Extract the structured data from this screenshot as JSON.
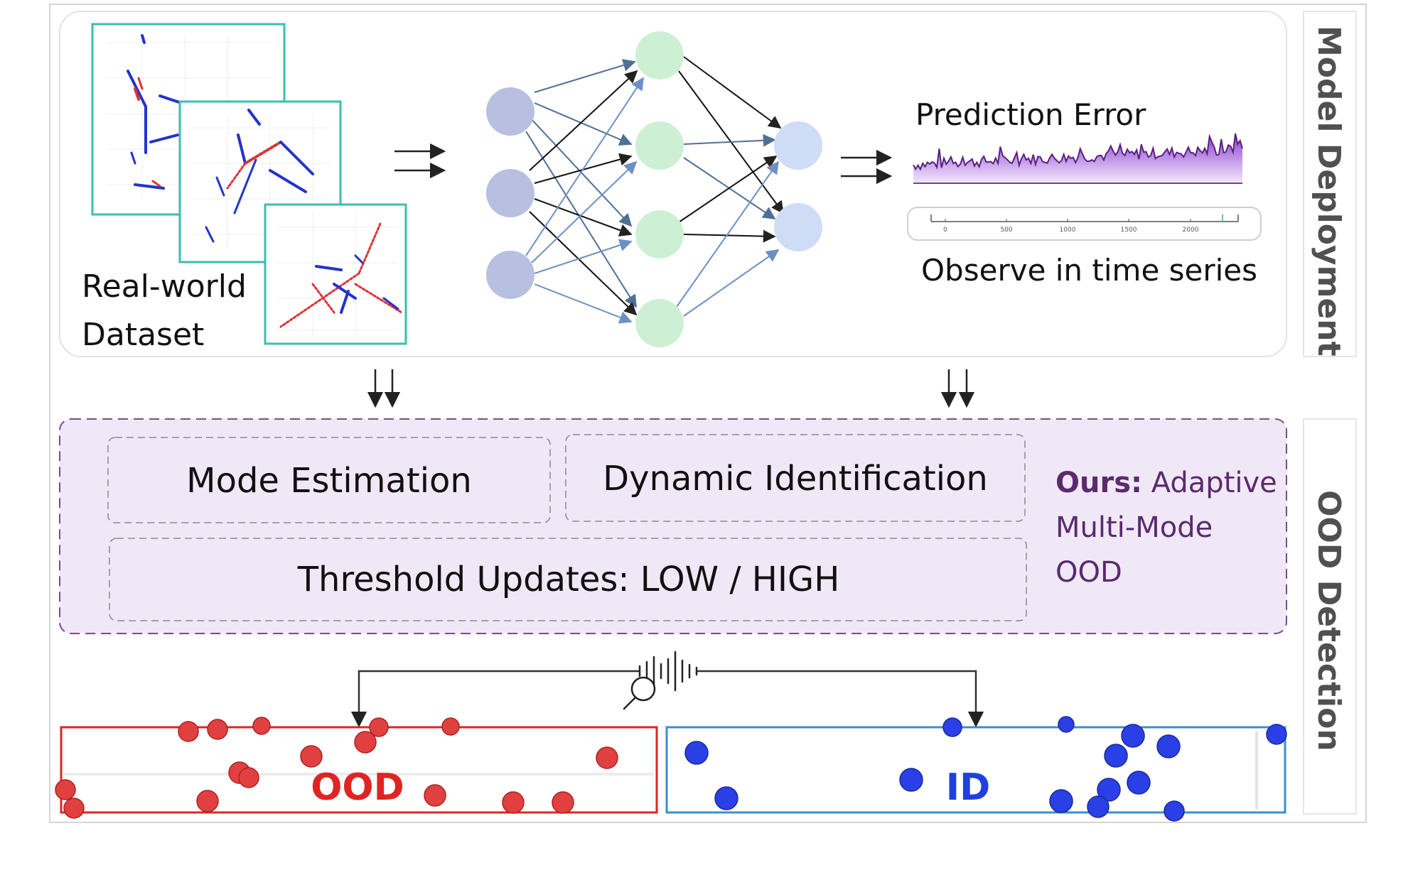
{
  "deployment": {
    "title": "Model Deployment",
    "dataset_label_line1": "Real-world",
    "dataset_label_line2": "Dataset",
    "prediction_error_label": "Prediction Error",
    "observe_label": "Observe in time series",
    "timeline_ticks": [
      "0",
      "500",
      "1000",
      "1500",
      "2000"
    ]
  },
  "detection": {
    "title": "OOD Detection",
    "mode_estimation": "Mode Estimation",
    "dynamic_identification": "Dynamic Identification",
    "threshold_updates": "Threshold Updates: LOW / HIGH",
    "ours_prefix": "Ours:",
    "ours_line1": "Adaptive",
    "ours_line2": "Multi-Mode",
    "ours_line3": "OOD",
    "ood_label": "OOD",
    "id_label": "ID"
  },
  "colors": {
    "ood_red": "#e02424",
    "id_blue": "#1e40e0",
    "ours_purple": "#5b2a6e",
    "dataset_frame": "#3bbfad",
    "error_fill": "#9b59d0"
  }
}
